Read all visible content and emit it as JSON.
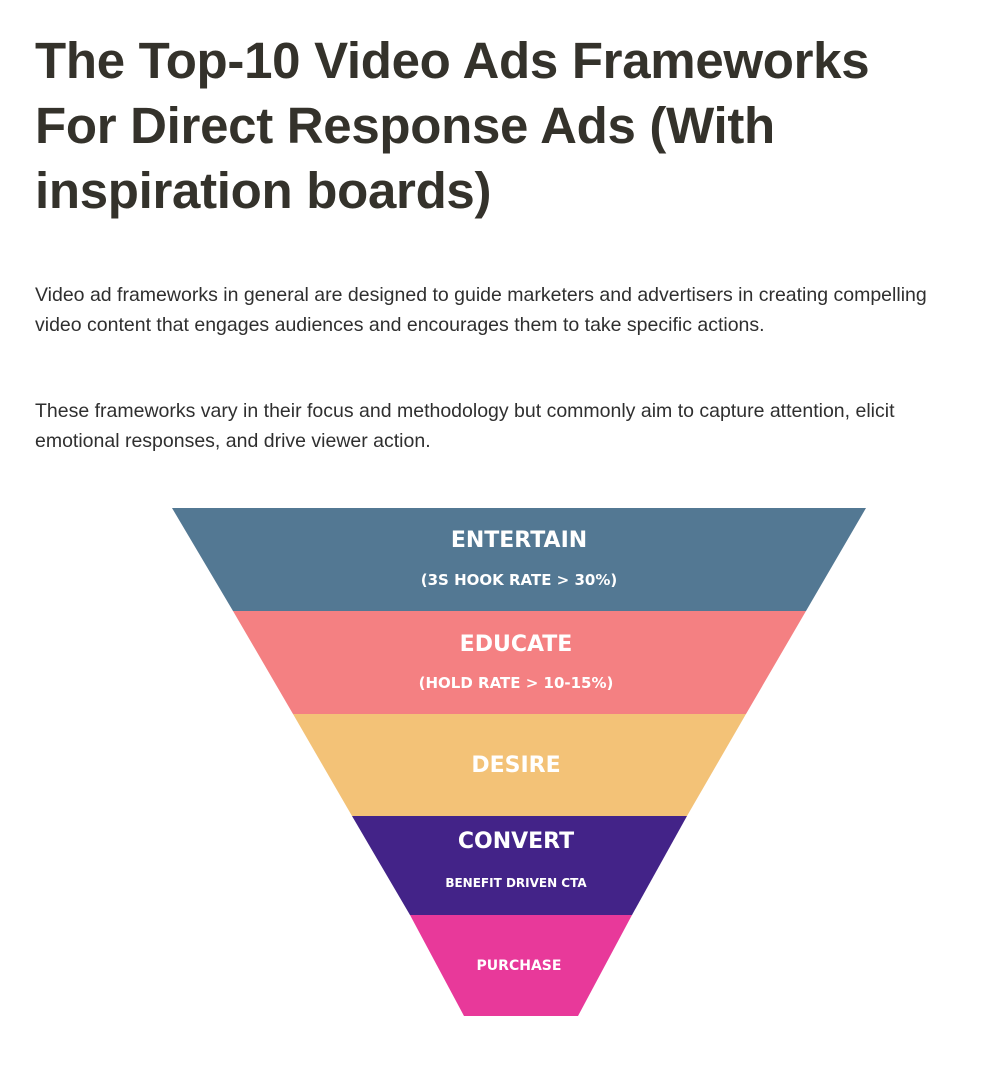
{
  "article": {
    "title": "The Top-10 Video Ads Frameworks For Direct Response Ads (With inspiration boards)",
    "paragraphs": [
      "Video ad frameworks in general are designed to guide marketers and advertisers in creating compelling video content that engages audiences and encourages them to take specific actions.",
      "These frameworks vary in their focus and methodology but commonly aim to capture attention, elicit emotional responses, and drive viewer action."
    ]
  },
  "funnel": {
    "stages": [
      {
        "label": "ENTERTAIN",
        "sublabel": "(3S HOOK RATE > 30%)",
        "color": "#537893"
      },
      {
        "label": "EDUCATE",
        "sublabel": "(HOLD RATE > 10-15%)",
        "color": "#f48082"
      },
      {
        "label": "DESIRE",
        "sublabel": "",
        "color": "#f3c277"
      },
      {
        "label": "CONVERT",
        "sublabel": "BENEFIT DRIVEN CTA",
        "color": "#432388"
      },
      {
        "label": "PURCHASE",
        "sublabel": "",
        "color": "#e8399a"
      }
    ]
  }
}
